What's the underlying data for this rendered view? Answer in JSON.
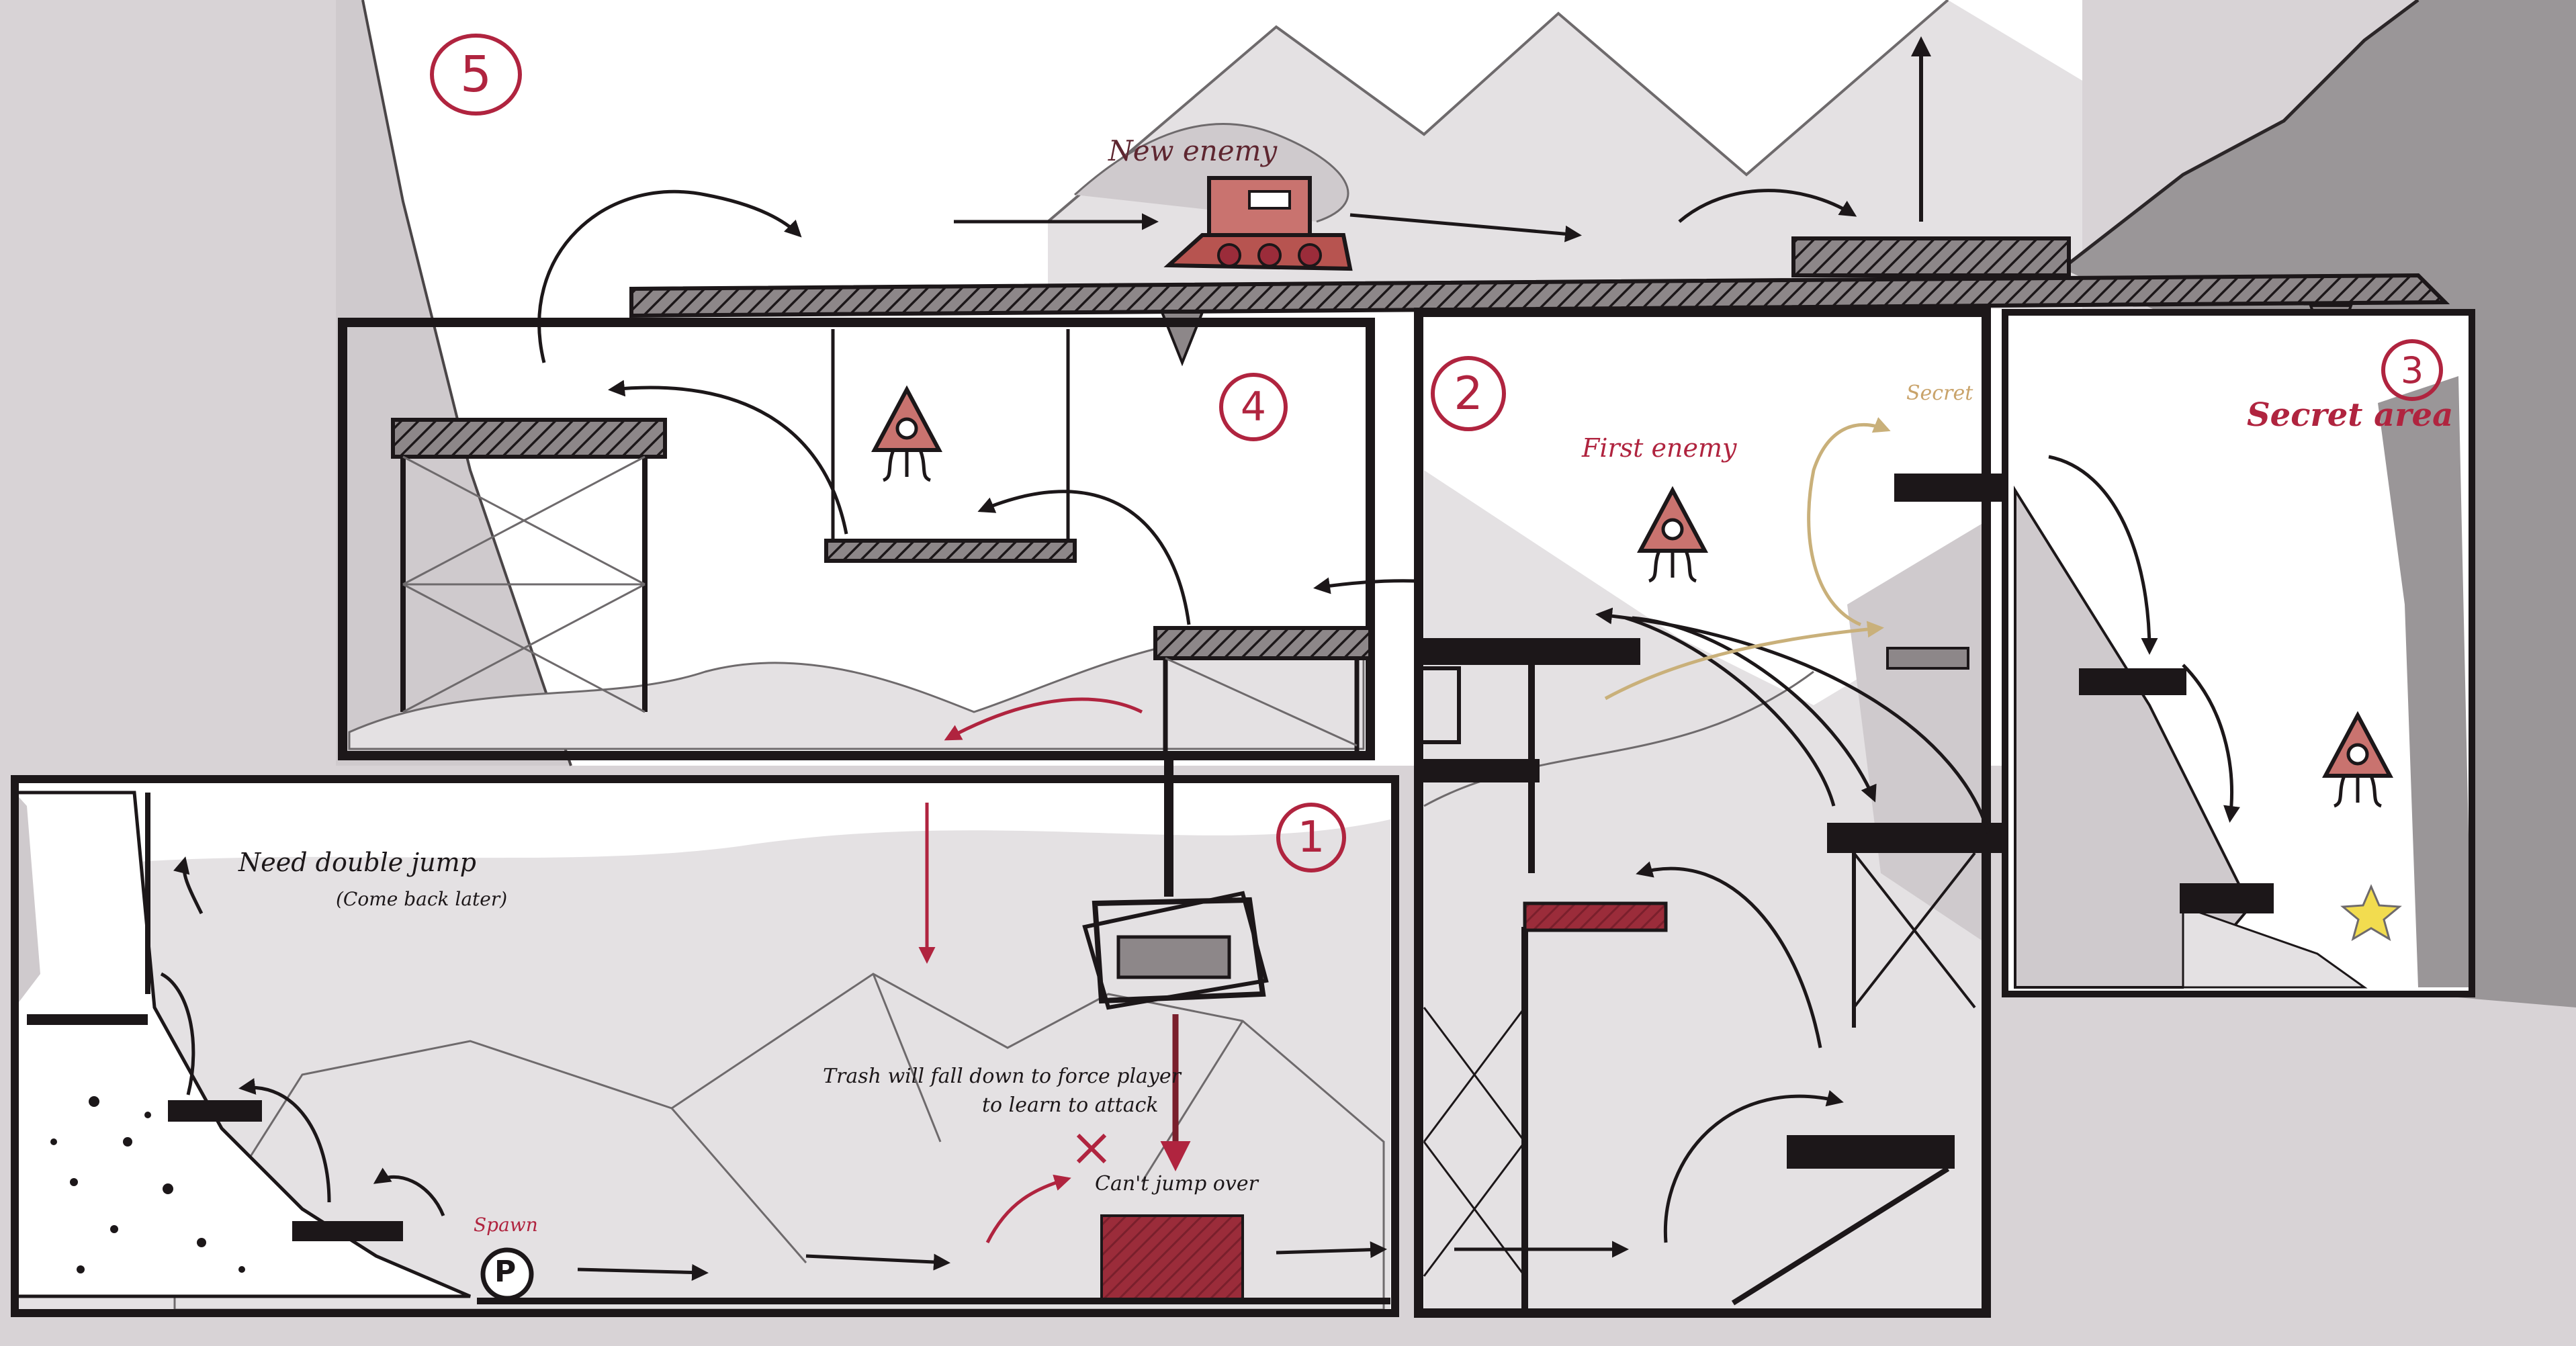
{
  "labels": {
    "new_enemy": "New enemy",
    "first_enemy": "First enemy",
    "secret": "Secret",
    "secret_area": "Secret area",
    "need_double_jump": "Need double jump",
    "come_back_later": "(Come back later)",
    "trash_line1": "Trash will fall down to force player",
    "trash_line2": "to learn to attack",
    "cant_jump_over": "Can't jump over",
    "spawn": "Spawn",
    "player_marker": "P"
  },
  "room_numbers": [
    "1",
    "2",
    "3",
    "4",
    "5"
  ],
  "colors": {
    "background": "#d8d3d6",
    "sky": "#ffffff",
    "hills_light": "#e4e1e3",
    "hills_mid": "#cfcacd",
    "mountain_dark": "#9a9698",
    "ink": "#1c1719",
    "accent_red": "#b0243f",
    "enemy_red": "#c9736f",
    "block_red": "#9b2c3a",
    "secret_gold": "#c9b07a",
    "star": "#f2dc4f"
  },
  "icons": [
    "enemy-spike-icon",
    "tank-enemy-icon",
    "star-collectible-icon",
    "player-marker-icon",
    "trash-crate-icon"
  ]
}
